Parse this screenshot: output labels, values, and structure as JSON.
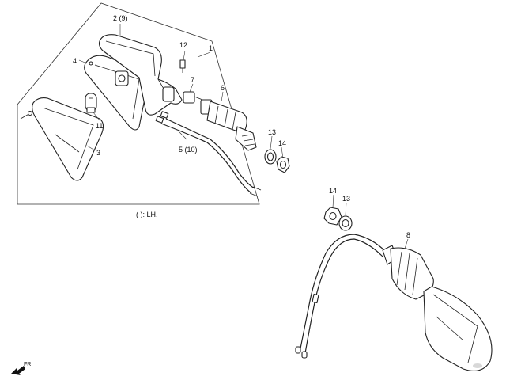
{
  "callouts": {
    "p1": "1",
    "p2": "2 (9)",
    "p3": "3",
    "p4": "4",
    "p5": "5 (10)",
    "p6": "6",
    "p7": "7",
    "p8": "8",
    "p11": "11",
    "p12": "12",
    "p13a": "13",
    "p14a": "14",
    "p13b": "13",
    "p14b": "14"
  },
  "legend_note": "(   ): LH.",
  "front_marker": "FR."
}
